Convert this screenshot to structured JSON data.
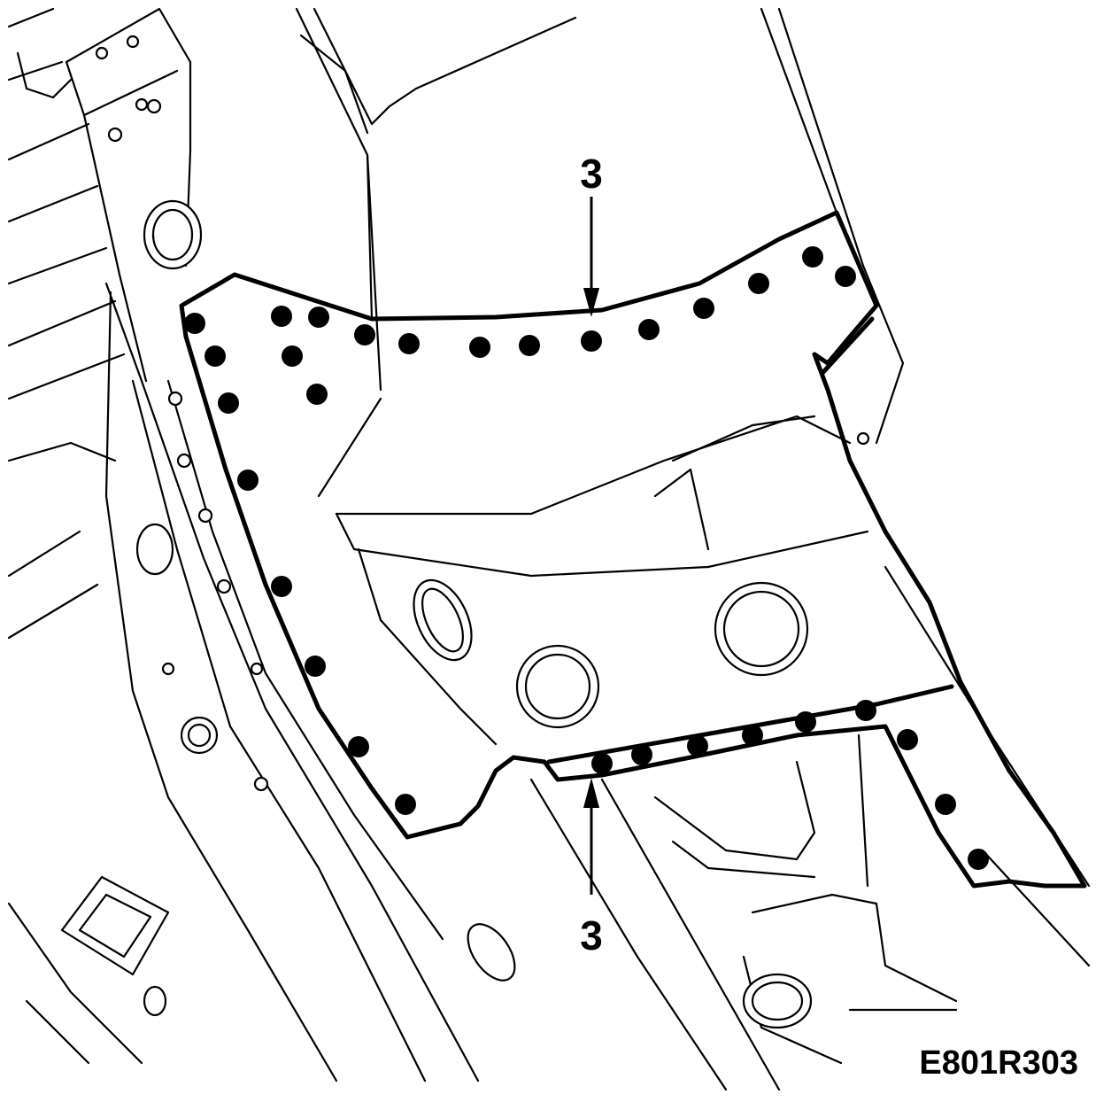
{
  "callouts": [
    {
      "label": "3"
    },
    {
      "label": "3"
    }
  ],
  "figure_code": "E801R303"
}
